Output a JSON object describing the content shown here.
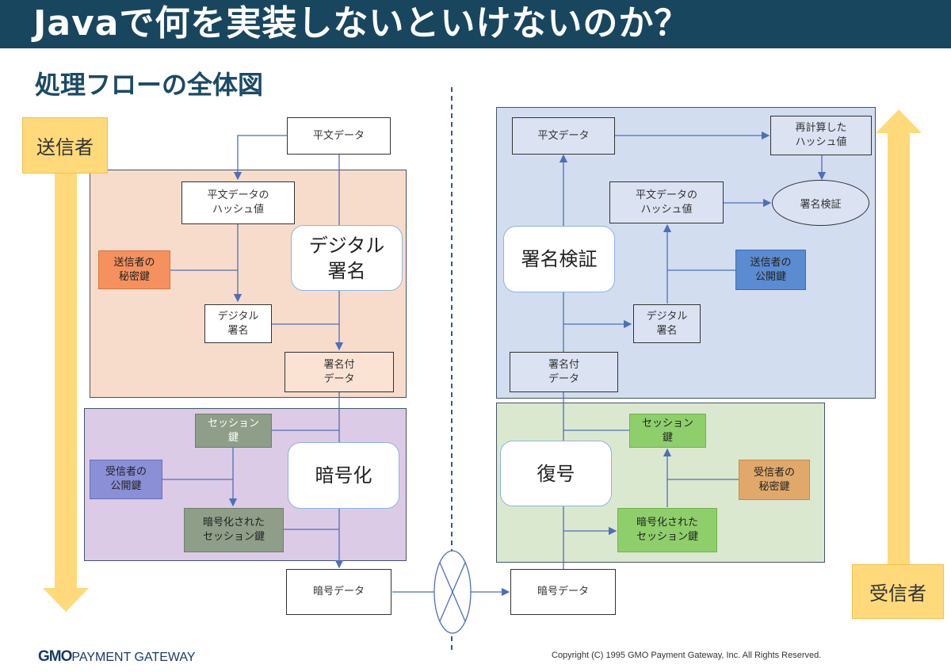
{
  "header": {
    "title": "Javaで何を実装しないといけないのか？",
    "subtitle": "処理フローの全体図"
  },
  "roles": {
    "sender": "送信者",
    "receiver": "受信者"
  },
  "sender": {
    "plain_data": "平文データ",
    "hash": "平文データの\nハッシュ値",
    "digital_sign_big": "デジタル\n署名",
    "private_key": "送信者の\n秘密鍵",
    "digital_sign": "デジタル\n署名",
    "signed_data": "署名付\nデータ",
    "session_key": "セッション\n鍵",
    "encrypt_big": "暗号化",
    "public_key": "受信者の\n公開鍵",
    "encrypted_session_key": "暗号化された\nセッション鍵",
    "encrypted_data": "暗号データ"
  },
  "receiver": {
    "plain_data": "平文データ",
    "recomputed_hash": "再計算した\nハッシュ値",
    "hash": "平文データの\nハッシュ値",
    "verify_oval": "署名検証",
    "verify_big": "署名検証",
    "public_key": "送信者の\n公開鍵",
    "digital_sign": "デジタル\n署名",
    "signed_data": "署名付\nデータ",
    "session_key": "セッション\n鍵",
    "decrypt_big": "復号",
    "private_key": "受信者の\n秘密鍵",
    "encrypted_session_key": "暗号化された\nセッション鍵",
    "encrypted_data": "暗号データ"
  },
  "colors": {
    "header_bg": "#18465f",
    "sign_panel": "#f8dccb",
    "encrypt_panel": "#dccbe6",
    "verify_panel": "#d2ddf0",
    "decrypt_panel": "#dbe8d0",
    "role_arrow": "#ffd97a",
    "connector": "#4f6fb5"
  },
  "footer": {
    "logo_gmo": "GMO",
    "logo_rest": "PAYMENT GATEWAY",
    "copyright": "Copyright (C) 1995 GMO Payment Gateway, Inc. All Rights Reserved."
  }
}
